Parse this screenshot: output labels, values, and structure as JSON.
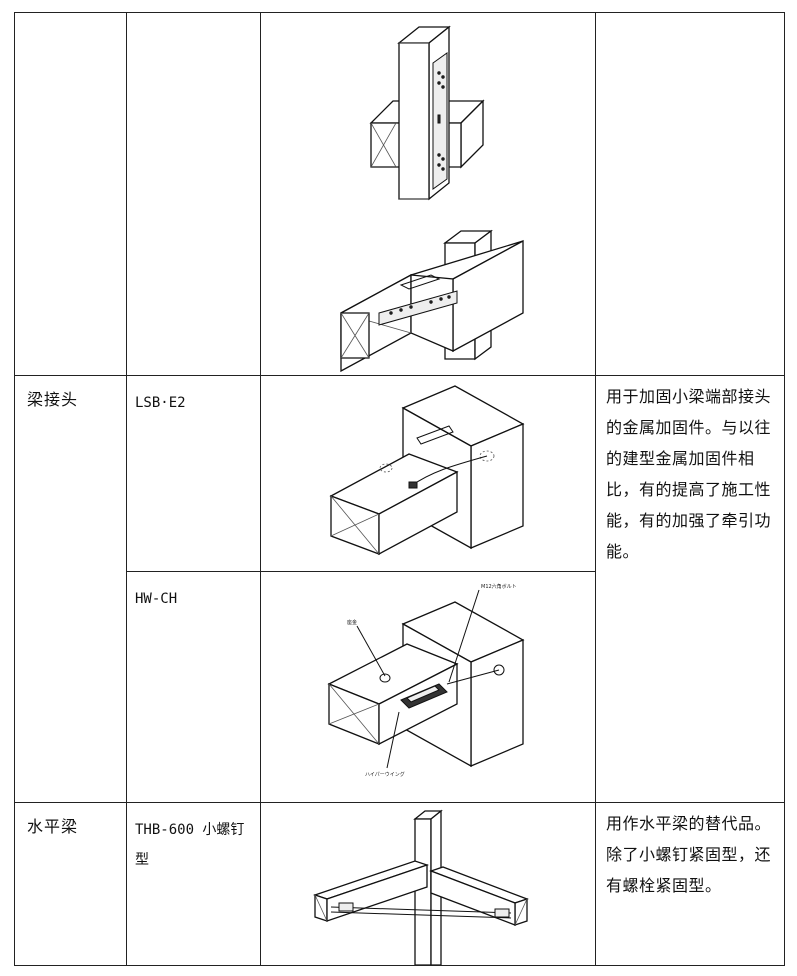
{
  "rows": [
    {
      "name": "",
      "model": "",
      "description": ""
    },
    {
      "name": "梁接头",
      "models": [
        {
          "label": "LSB·E2"
        },
        {
          "label": "HW-CH",
          "callouts": [
            "M12六角ボルト",
            "座金",
            "ハイパーウイング"
          ]
        }
      ],
      "description": "用于加固小梁端部接头的金属加固件。与以往的建型金属加固件相比，有的提高了施工性能，有的加强了牵引功能。"
    },
    {
      "name": "水平梁",
      "model": "THB-600 小螺钉型",
      "description": "用作水平梁的替代品。除了小螺钉紧固型，还有螺栓紧固型。"
    }
  ]
}
